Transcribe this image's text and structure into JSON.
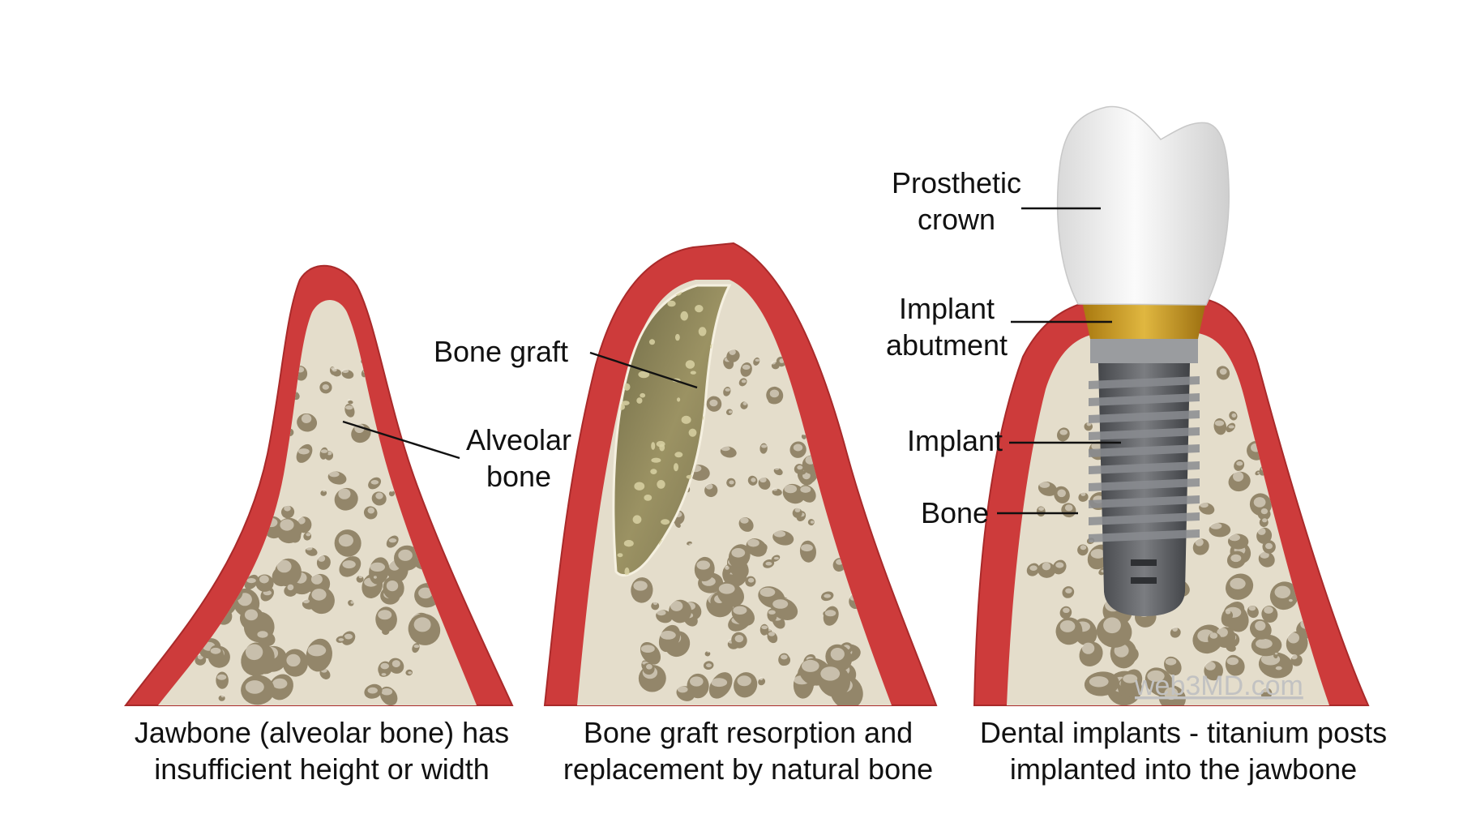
{
  "colors": {
    "gum": "#cd3b3b",
    "gum_edge": "#a92a2a",
    "bone": "#e4ddcb",
    "bone_pore": "#93866a",
    "bone_pore_light": "#f4efe2",
    "graft": "#8b8357",
    "graft_light": "#d8d1a3",
    "crown": "#f2f2f2",
    "abutment": "#c8981e",
    "implant": "#5d5f63",
    "implant_light": "#8a8c90",
    "watermark": "#c2c2c2"
  },
  "panels": [
    {
      "id": "panel-1",
      "caption_lines": [
        "Jawbone (alveolar bone) has",
        "insufficient height or width"
      ],
      "labels": [
        {
          "key": "alveolar",
          "lines": [
            "Alveolar",
            "bone"
          ]
        }
      ]
    },
    {
      "id": "panel-2",
      "caption_lines": [
        "Bone graft resorption and",
        "replacement by natural bone"
      ],
      "labels": [
        {
          "key": "graft",
          "lines": [
            "Bone graft"
          ]
        }
      ]
    },
    {
      "id": "panel-3",
      "caption_lines": [
        "Dental implants - titanium posts",
        "implanted into the jawbone"
      ],
      "labels": [
        {
          "key": "crown",
          "lines": [
            "Prosthetic",
            "crown"
          ]
        },
        {
          "key": "abutment",
          "lines": [
            "Implant",
            "abutment"
          ]
        },
        {
          "key": "implant",
          "lines": [
            "Implant"
          ]
        },
        {
          "key": "bone",
          "lines": [
            "Bone"
          ]
        }
      ]
    }
  ],
  "watermark": "web3MD.com"
}
